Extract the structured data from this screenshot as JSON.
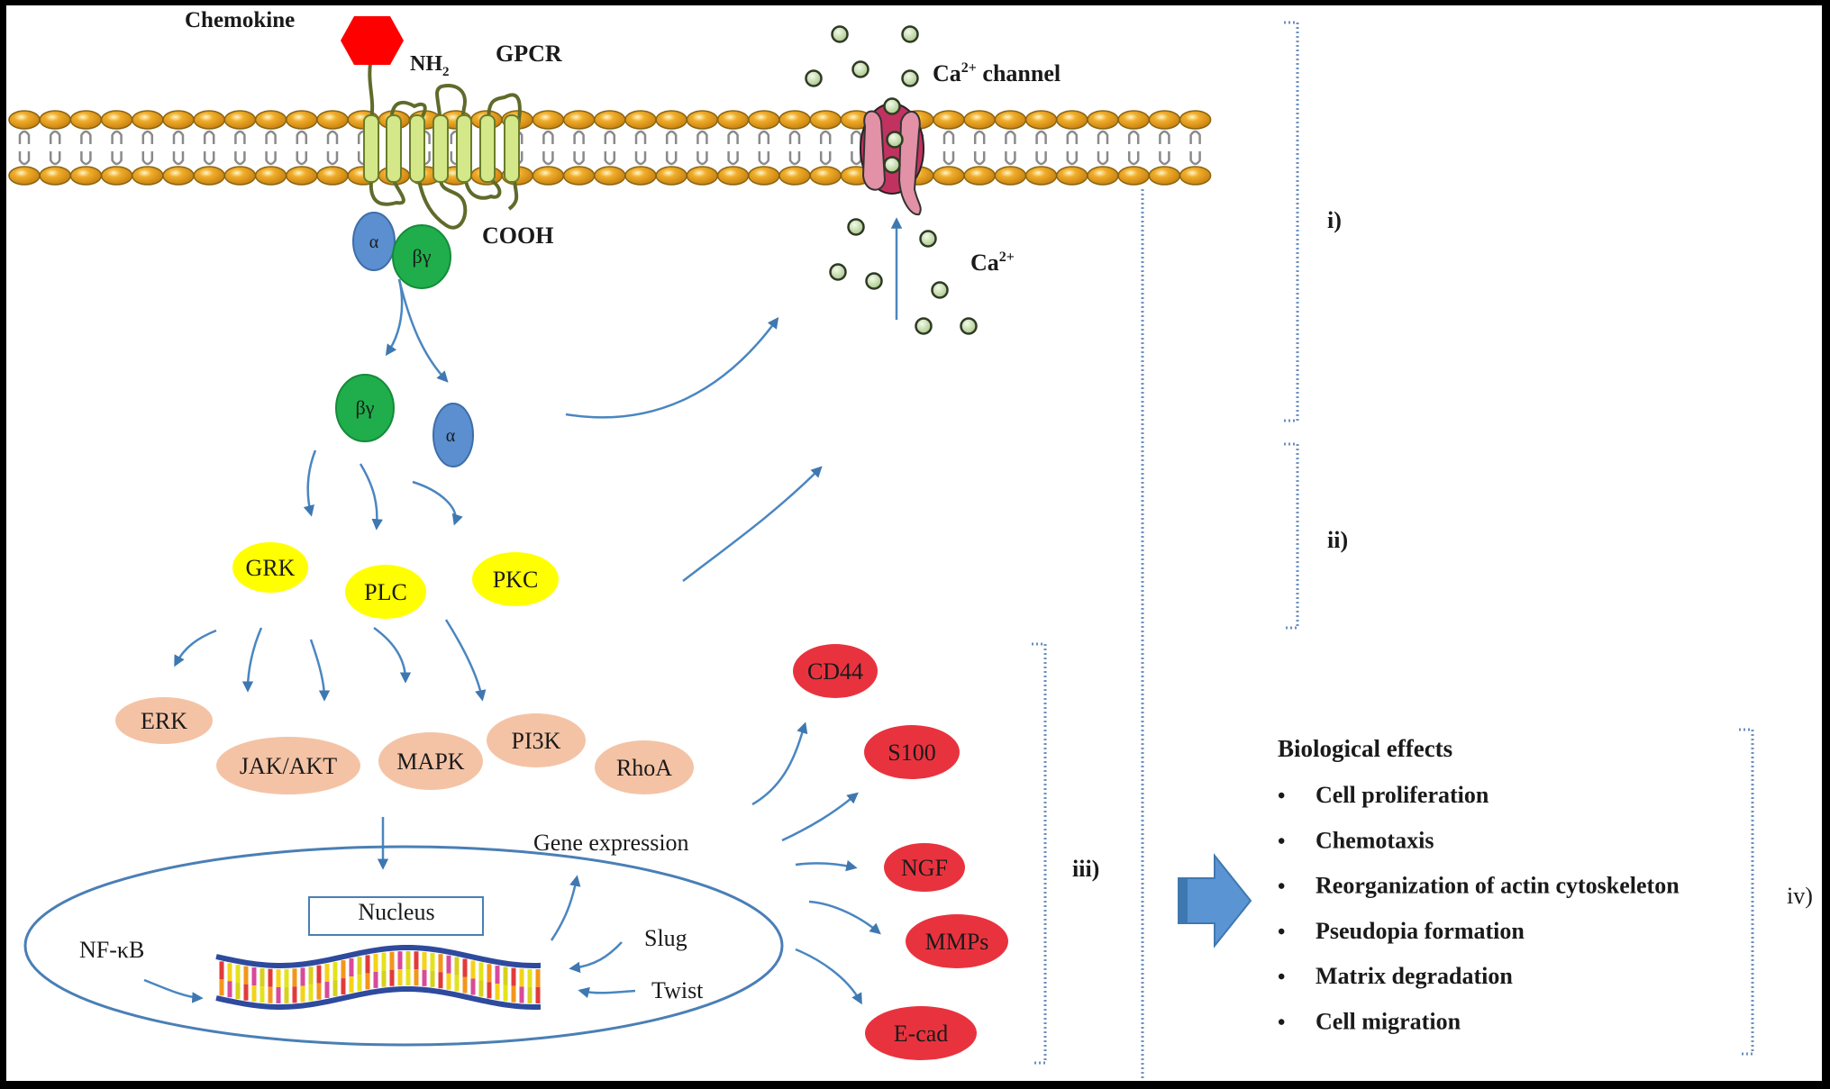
{
  "figure": {
    "title": "Chemokine / GPCR signaling pathway",
    "membrane": {
      "ligand_label": "Chemokine",
      "receptor_label": "GPCR",
      "n_terminus_label": "NH",
      "n_terminus_sub": "2",
      "c_terminus_label": "COOH",
      "g_alpha_label": "α",
      "g_betagamma_label": "βγ",
      "channel_label": "Ca",
      "channel_sup": "2+",
      "channel_suffix": " channel",
      "ion_label": "Ca",
      "ion_sup": "2+"
    },
    "dissociated": {
      "betagamma_label": "βγ",
      "alpha_label": "α"
    },
    "effectors": [
      "GRK",
      "PLC",
      "PKC"
    ],
    "kinases": [
      "ERK",
      "JAK/AKT",
      "MAPK",
      "PI3K",
      "RhoA"
    ],
    "nucleus": {
      "label": "Nucleus",
      "factors_left": [
        "NF-κB"
      ],
      "factors_right": [
        "Slug",
        "Twist"
      ],
      "gene_expression_label": "Gene expression"
    },
    "targets": [
      "CD44",
      "S100",
      "NGF",
      "MMPs",
      "E-cad"
    ],
    "stages": [
      "i)",
      "ii)",
      "iii)",
      "iv)"
    ],
    "biological_effects": {
      "heading": "Biological effects",
      "items": [
        "Cell proliferation",
        "Chemotaxis",
        "Reorganization of actin cytoskeleton",
        "Pseudopia formation",
        "Matrix degradation",
        "Cell migration"
      ],
      "bullet": "•"
    },
    "colors": {
      "membrane_head": "#e8a21c",
      "helix": "#d4e88a",
      "ligand": "#ff0000",
      "g_alpha": "#5b8fcf",
      "g_betagamma": "#1fae4b",
      "effector": "#ffff00",
      "kinase": "#f4c3a5",
      "target": "#e8333f",
      "arrow": "#4a86c0",
      "channel": "#d97a94",
      "ion": "#c9dfa3"
    }
  }
}
